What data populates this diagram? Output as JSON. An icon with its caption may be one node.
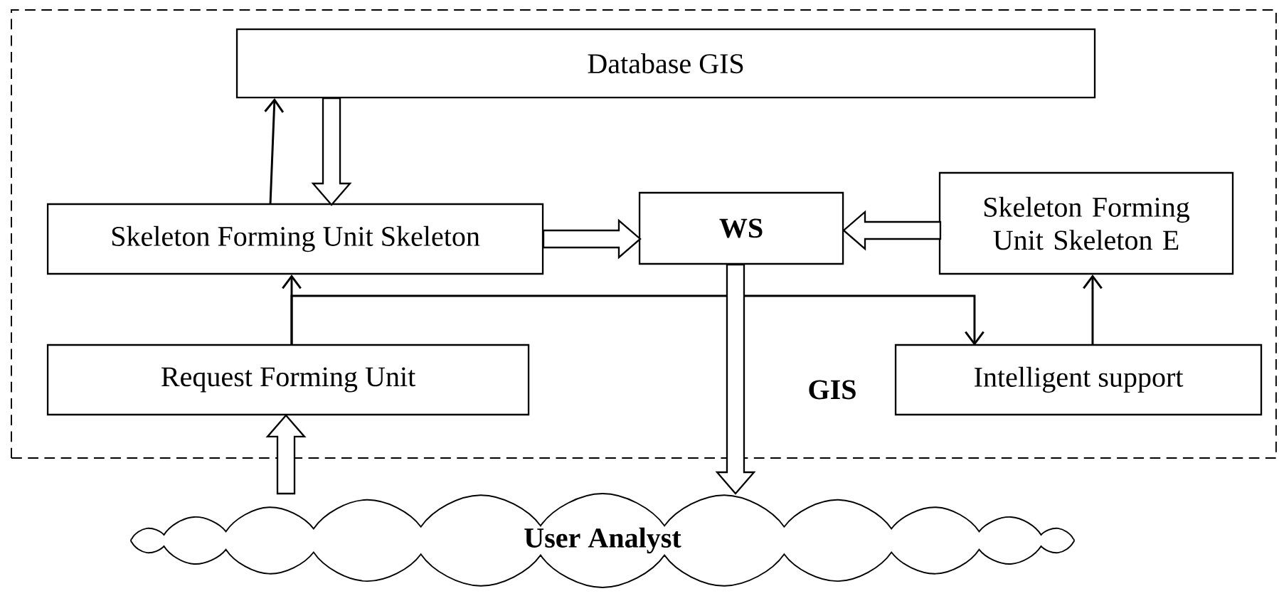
{
  "diagram": {
    "nodes": [
      {
        "text": [
          "GIS"
        ]
      },
      {
        "text": [
          "Database GIS"
        ],
        "in": 0
      },
      {
        "text": [
          "Skeleton Forming Unit Skeleton"
        ],
        "in": 0
      },
      {
        "text": [
          "WS"
        ],
        "in": 0
      },
      {
        "text": [
          "Skeleton Forming Unit Skeleton E"
        ],
        "in": 0
      },
      {
        "text": [
          "Request Forming Unit"
        ],
        "in": 0
      },
      {
        "text": [
          "Intelligent support"
        ],
        "in": 0
      },
      {
        "text": [
          "User Analyst"
        ]
      }
    ],
    "edges": [
      {
        "from": 2,
        "to": 1,
        "arrow": "to"
      },
      {
        "from": 1,
        "to": 2,
        "arrow": "to",
        "style": "thick"
      },
      {
        "from": 2,
        "to": 3,
        "arrow": "to",
        "style": "thick"
      },
      {
        "from": 4,
        "to": 3,
        "arrow": "to",
        "style": "thick"
      },
      {
        "from": 5,
        "to": 2,
        "arrow": "to"
      },
      {
        "from": 5,
        "to": 6,
        "arrow": "to"
      },
      {
        "from": 6,
        "to": 4,
        "arrow": "to"
      },
      {
        "from": 3,
        "to": 7,
        "arrow": "to",
        "style": "thick"
      },
      {
        "from": 7,
        "to": 5,
        "arrow": "to",
        "style": "thick"
      }
    ]
  }
}
